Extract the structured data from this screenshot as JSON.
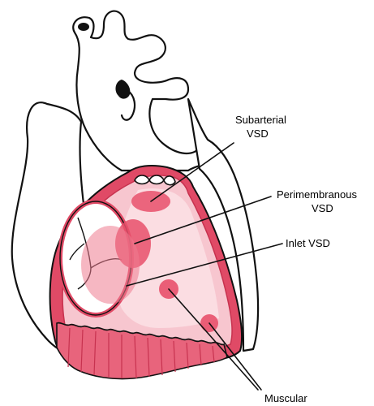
{
  "labels": {
    "subarterial_line1": "Subarterial",
    "subarterial_line2": "VSD",
    "perimembranous_line1": "Perimembranous",
    "perimembranous_line2": "VSD",
    "inlet": "Inlet VSD",
    "muscular": "Muscular"
  },
  "colors": {
    "outline": "#111111",
    "wall": "#e04a66",
    "wall_dark": "#c7324f",
    "chamber": "#f7c6cf",
    "chamber_light": "#fbe0e5",
    "defect": "#e8506b",
    "defect_soft": "#ee7b90"
  }
}
